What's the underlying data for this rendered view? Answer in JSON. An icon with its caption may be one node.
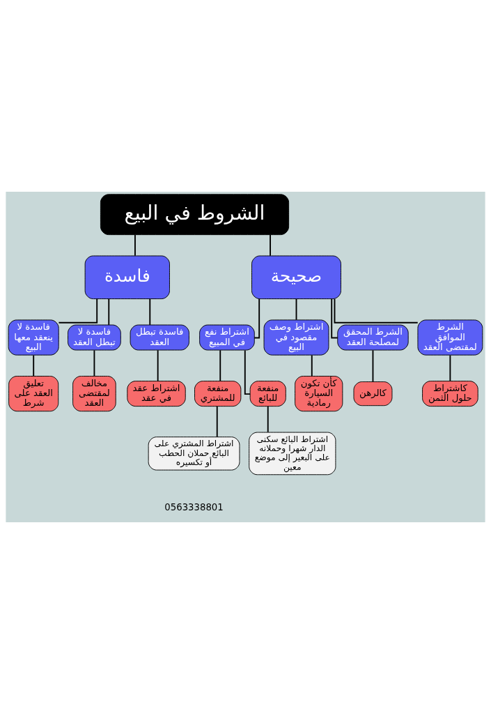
{
  "diagram": {
    "nodes": [
      {
        "text": [
          "الشروط في البيع"
        ]
      },
      {
        "text": [
          "صحيحة"
        ]
      },
      {
        "text": [
          "فاسدة"
        ]
      },
      {
        "text": [
          "الشرط الموافق لمقتضى العقد"
        ]
      },
      {
        "text": [
          "الشرط المحقق لمصلحة العقد"
        ]
      },
      {
        "text": [
          "اشتراط وصف مقصود في البيع"
        ]
      },
      {
        "text": [
          "اشتراط نفع في المبيع"
        ]
      },
      {
        "text": [
          "كاشتراط حلول الثمن"
        ]
      },
      {
        "text": [
          "كالرهن"
        ]
      },
      {
        "text": [
          "كأن تكون السيارة رمادية"
        ]
      },
      {
        "text": [
          "منفعة للبائع"
        ]
      },
      {
        "text": [
          "منفعة للمشتري"
        ]
      },
      {
        "text": [
          "اشتراط البائع سكنى الدار شهرا وحملانه على البعير إلى موضع معين"
        ]
      },
      {
        "text": [
          "اشتراط المشتري على البائع حملان الحطب أو تكسيره"
        ]
      },
      {
        "text": [
          "فاسدة تبطل العقد"
        ]
      },
      {
        "text": [
          "فاسدة لا تبطل العقد"
        ]
      },
      {
        "text": [
          "فاسدة لا ينعقد معها البيع"
        ]
      },
      {
        "text": [
          "اشتراط عقد في عقد"
        ]
      },
      {
        "text": [
          "مخالف لمقتضى العقد"
        ]
      },
      {
        "text": [
          "تعليق العقد على شرط"
        ]
      }
    ],
    "edges": [
      {
        "from": 0,
        "to": 1,
        "arrow": "none"
      },
      {
        "from": 0,
        "to": 2,
        "arrow": "none"
      },
      {
        "from": 1,
        "to": 3,
        "arrow": "none"
      },
      {
        "from": 1,
        "to": 4,
        "arrow": "none"
      },
      {
        "from": 1,
        "to": 5,
        "arrow": "none"
      },
      {
        "from": 1,
        "to": 6,
        "arrow": "none"
      },
      {
        "from": 3,
        "to": 7,
        "arrow": "none"
      },
      {
        "from": 4,
        "to": 8,
        "arrow": "none"
      },
      {
        "from": 5,
        "to": 9,
        "arrow": "none"
      },
      {
        "from": 6,
        "to": 10,
        "arrow": "none"
      },
      {
        "from": 6,
        "to": 11,
        "arrow": "none"
      },
      {
        "from": 10,
        "to": 12,
        "arrow": "none"
      },
      {
        "from": 11,
        "to": 13,
        "arrow": "none"
      },
      {
        "from": 2,
        "to": 14,
        "arrow": "none"
      },
      {
        "from": 2,
        "to": 15,
        "arrow": "none"
      },
      {
        "from": 2,
        "to": 16,
        "arrow": "none"
      },
      {
        "from": 14,
        "to": 17,
        "arrow": "none"
      },
      {
        "from": 15,
        "to": 18,
        "arrow": "none"
      },
      {
        "from": 16,
        "to": 19,
        "arrow": "none"
      }
    ],
    "labels": [
      "0563338801"
    ]
  }
}
